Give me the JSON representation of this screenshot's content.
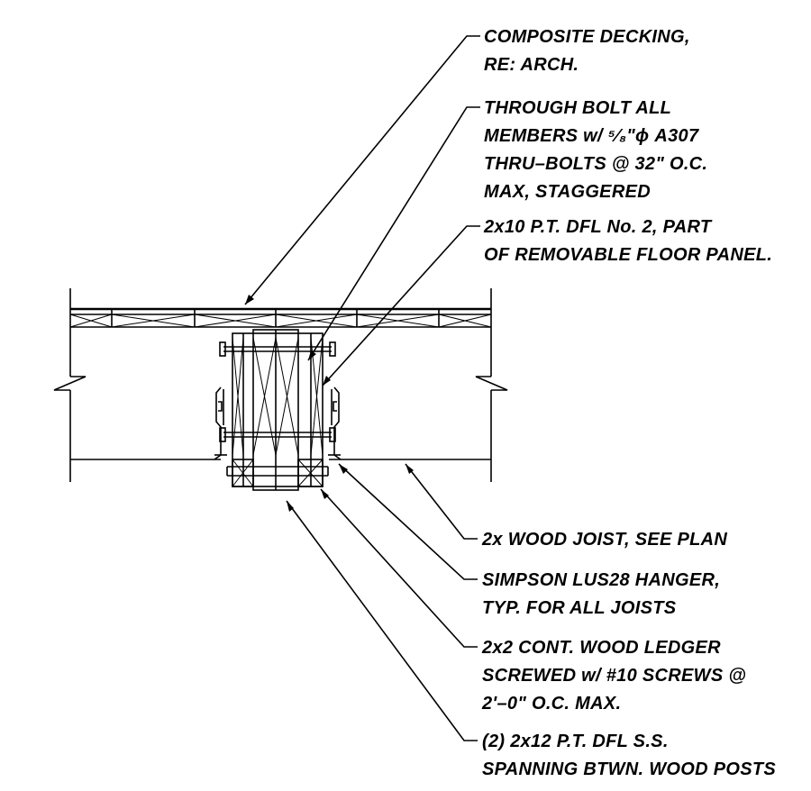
{
  "callouts": [
    {
      "lines": [
        "COMPOSITE DECKING,",
        "RE: ARCH."
      ]
    },
    {
      "lines": [
        "THROUGH BOLT ALL",
        "MEMBERS w/ ⁵⁄₈\"ϕ A307",
        "THRU–BOLTS @ 32\" O.C.",
        "MAX, STAGGERED"
      ]
    },
    {
      "lines": [
        "2x10 P.T. DFL No. 2, PART",
        "OF REMOVABLE FLOOR PANEL."
      ]
    },
    {
      "lines": [
        "2x WOOD JOIST, SEE PLAN"
      ]
    },
    {
      "lines": [
        "SIMPSON LUS28 HANGER,",
        "TYP. FOR ALL JOISTS"
      ]
    },
    {
      "lines": [
        "2x2 CONT. WOOD LEDGER",
        "SCREWED w/ #10 SCREWS @",
        "2'–0\" O.C. MAX."
      ]
    },
    {
      "lines": [
        "(2) 2x12 P.T. DFL S.S.",
        "SPANNING BTWN. WOOD POSTS"
      ]
    }
  ]
}
